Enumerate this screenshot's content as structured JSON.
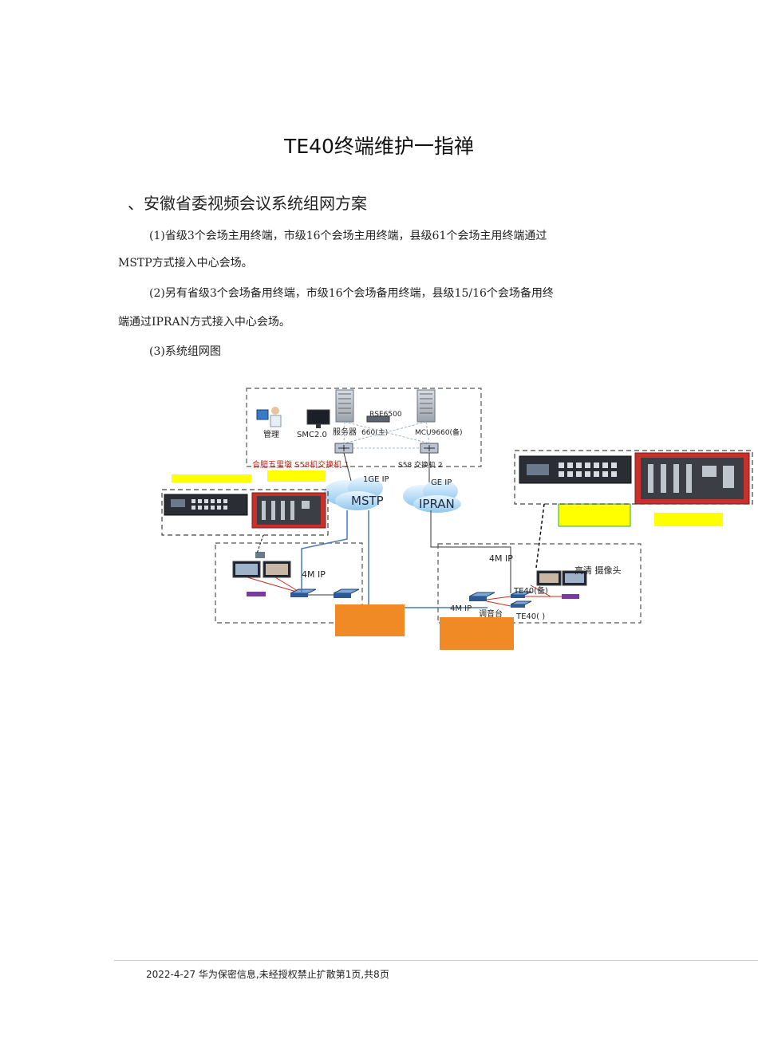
{
  "doc": {
    "title": "TE40终端维护一指禅",
    "section_heading": "、安徽省委视频会议系统组网方案",
    "para1_line1": "(1)省级3个会场主用终端，市级16个会场主用终端，县级61个会场主用终端通过",
    "para1_line2": "MSTP方式接入中心会场。",
    "para2_line1": "(2)另有省级3个会场备用终端，市级16个会场备用终端，县级15/16个会场备用终",
    "para2_line2": "端通过IPRAN方式接入中心会场。",
    "para3": "(3)系统组网图"
  },
  "diagram": {
    "label_manage": "管理",
    "label_smc": "SMC2.0",
    "label_server": "服务器",
    "label_rse": "RSE6500",
    "label_mcu_main": "660(主)",
    "label_mcu_backup": "MCU9660(备)",
    "label_switch1": "合肥五里墩 S58机交换机 1",
    "label_switch2": "S58 交换机 2",
    "label_1ge_ip": "1GE IP",
    "label_ge_ip": "GE IP",
    "label_mstp": "MSTP",
    "label_ipran": "IPRAN",
    "label_4m_ip_left": "4M IP",
    "label_4m_ip_right_top": "4M IP",
    "label_4m_ip_right_bottom": "4M IP",
    "label_camera": "高清 摄像头",
    "label_te40_backup": "TE40(备)",
    "label_te40_main": "TE40(  )",
    "label_console": "调音台",
    "colors": {
      "yellow": "#ffff00",
      "orange": "#f08a24",
      "line_blue": "#4a78b8",
      "dash": "#555555",
      "red_text": "#cc2a1a"
    }
  },
  "footer": {
    "text": "2022-4-27 华为保密信息,未经授权禁止扩散第1页,共8页"
  }
}
